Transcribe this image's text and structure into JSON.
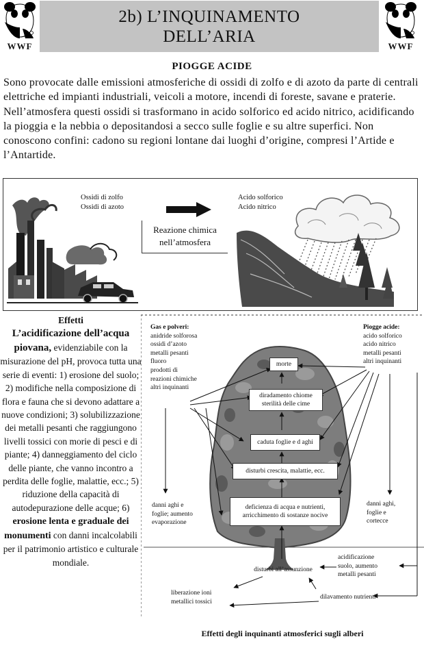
{
  "logo": {
    "label": "WWF"
  },
  "header": {
    "title_line1": "2b) L’INQUINAMENTO",
    "title_line2": "DELL’ARIA"
  },
  "section": {
    "title": "PIOGGE ACIDE",
    "intro": "Sono provocate dalle emissioni atmosferiche di ossidi di zolfo e di azoto da parte di centrali elettriche ed impianti industriali, veicoli a motore, incendi di foreste, savane e praterie. Nell’atmosfera questi ossidi si trasformano in acido solforico ed acido nitrico, acidificando la pioggia e la nebbia o depositandosi a secco sulle foglie e su altre superfici. Non conoscono confini: cadono su regioni lontane dai luoghi d’origine, compresi l’Artide e l’Antartide."
  },
  "diagram": {
    "oxides_line1": "Ossidi di zolfo",
    "oxides_line2": "Ossidi di azoto",
    "acids_line1": "Acido solforico",
    "acids_line2": "Acido nitrico",
    "reaction_line1": "Reazione chimica",
    "reaction_line2": "nell’atmosfera"
  },
  "effects": {
    "heading": "Effetti",
    "lead": "L’acidificazione dell’acqua piovana,",
    "text1": " evidenziabile con la misurazione del pH, provoca tutta una serie di eventi: 1) erosione del suolo; 2) modifiche nella composizione di flora e fauna che si devono adattare a nuove condizioni; 3) solubilizzazione dei metalli pesanti che raggiungono livelli tossici con  morie di pesci e di piante; 4) danneggiamento del ciclo delle piante, che vanno incontro a perdita delle foglie, malattie, ecc.; 5) riduzione della capacità di autodepurazione delle acque; 6) ",
    "bold2": "erosione lenta e graduale dei monumenti",
    "text2": " con danni incalcolabili per il patrimonio artistico e culturale mondiale."
  },
  "tree": {
    "gas_title": "Gas e polveri:",
    "gas_items": [
      "anidride solforosa",
      "ossidi d’azoto",
      "metalli pesanti",
      "fluoro",
      "prodotti di",
      "reazioni chimiche",
      "altri inquinanti"
    ],
    "rain_title": "Piogge acide:",
    "rain_items": [
      "acido solforico",
      "acido nitrico",
      "metalli pesanti",
      "altri inquinanti"
    ],
    "box_morte": "morte",
    "box_diradamento_1": "diradamento chiome",
    "box_diradamento_2": "sterilità delle cime",
    "box_caduta": "caduta foglie e d aghi",
    "box_disturbi": "disturbi crescita, malattie, ecc.",
    "box_deficienza_1": "deficienza di acqua e nutrienti,",
    "box_deficienza_2": "arricchimento di sostanze nocive",
    "left_damage": [
      "danni aghi e",
      "foglie; aumento",
      "evaporazione"
    ],
    "right_damage": [
      "danni aghi,",
      "foglie e",
      "cortecce"
    ],
    "acidification": [
      "acidificazione",
      "suolo, aumento",
      "metalli pesanti"
    ],
    "assunzione": "disturbi all’assunzione",
    "ioni": [
      "liberazione ioni",
      "metallici tossici"
    ],
    "dilavamento": "dilavamento nutrienti",
    "caption": "Effetti degli inquinanti atmosferici sugli alberi"
  },
  "colors": {
    "title_bg": "#c3c3c3",
    "ink": "#111111"
  }
}
